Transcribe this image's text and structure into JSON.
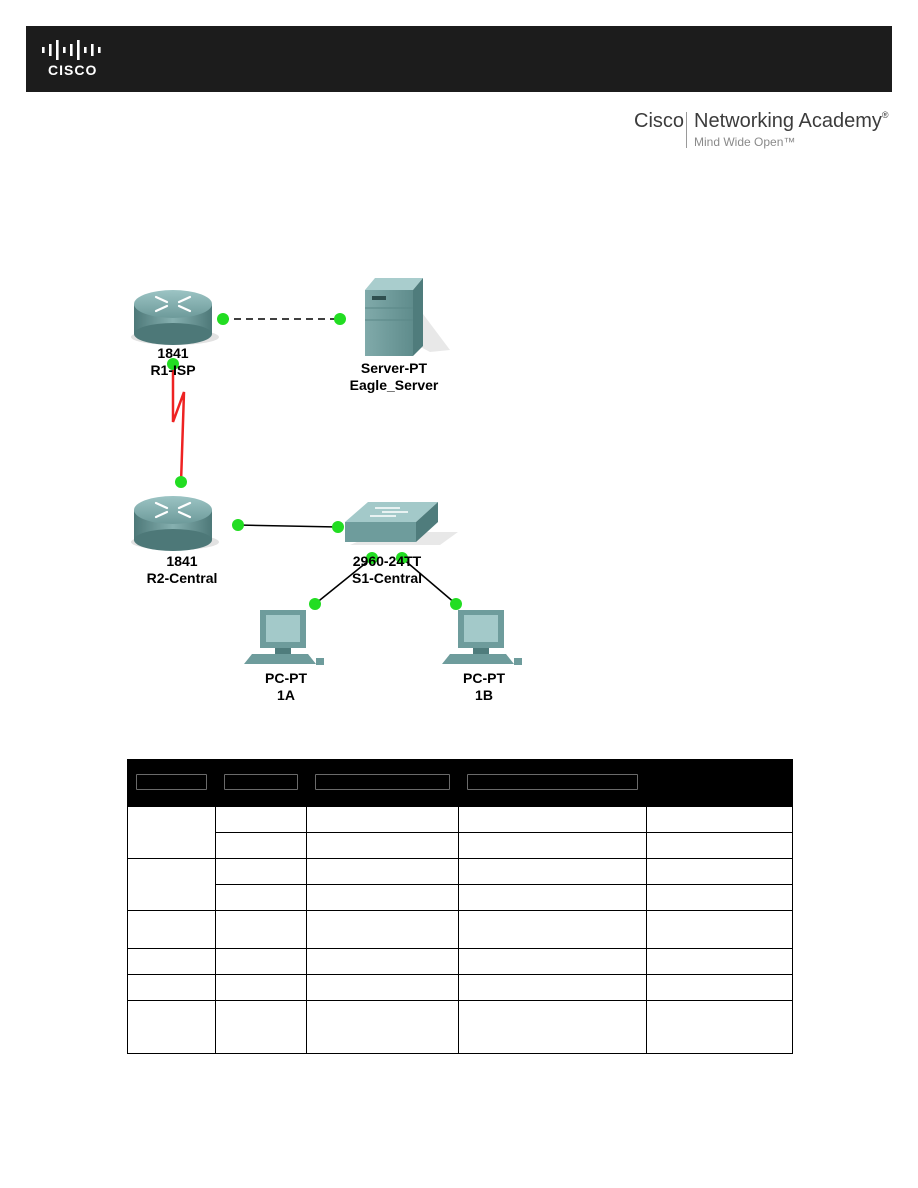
{
  "header": {
    "logo_word": "CISCO",
    "logo_bars_color": "#ffffff",
    "bar_color": "#1c1c1c"
  },
  "academy": {
    "brand": "Cisco",
    "product": "Networking Academy",
    "registered": "®",
    "tagline": "Mind Wide Open™"
  },
  "topology": {
    "devices": [
      {
        "id": "r1",
        "model": "1841",
        "name": "R1-ISP",
        "icon": "router-icon"
      },
      {
        "id": "server",
        "model": "Server-PT",
        "name": "Eagle_Server",
        "icon": "server-icon"
      },
      {
        "id": "r2",
        "model": "1841",
        "name": "R2-Central",
        "icon": "router-icon"
      },
      {
        "id": "s1",
        "model": "2960-24TT",
        "name": "S1-Central",
        "icon": "switch-icon"
      },
      {
        "id": "pc1a",
        "model": "PC-PT",
        "name": "1A",
        "icon": "pc-icon"
      },
      {
        "id": "pc1b",
        "model": "PC-PT",
        "name": "1B",
        "icon": "pc-icon"
      }
    ],
    "links": [
      {
        "from": "r1",
        "to": "server",
        "style": "crossover-dashed"
      },
      {
        "from": "r1",
        "to": "r2",
        "style": "serial"
      },
      {
        "from": "r2",
        "to": "s1",
        "style": "straight"
      },
      {
        "from": "s1",
        "to": "pc1a",
        "style": "straight"
      },
      {
        "from": "s1",
        "to": "pc1b",
        "style": "straight"
      }
    ],
    "colors": {
      "link_ok": "#22dd22",
      "serial": "#ee2222",
      "device": "#6e9c9c"
    }
  },
  "table": {
    "header_cells": 5,
    "rows": 8
  }
}
